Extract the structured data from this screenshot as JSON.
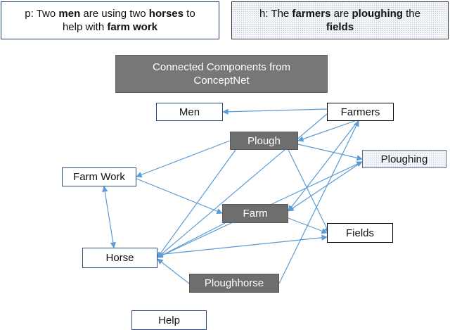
{
  "premise": {
    "line1": [
      {
        "text": "p: Two ",
        "bold": false
      },
      {
        "text": "men",
        "bold": true
      },
      {
        "text": " are using two ",
        "bold": false
      },
      {
        "text": "horses",
        "bold": true
      },
      {
        "text": " to",
        "bold": false
      }
    ],
    "line2": [
      {
        "text": "help with ",
        "bold": false
      },
      {
        "text": "farm work",
        "bold": true
      }
    ]
  },
  "hypothesis": {
    "line1": [
      {
        "text": "h: The ",
        "bold": false
      },
      {
        "text": "farmers",
        "bold": true
      },
      {
        "text": " are ",
        "bold": false
      },
      {
        "text": "ploughing",
        "bold": true
      },
      {
        "text": " the",
        "bold": false
      }
    ],
    "line2": [
      {
        "text": "fields",
        "bold": true
      }
    ]
  },
  "title": {
    "line1": "Connected Components from",
    "line2": "ConceptNet"
  },
  "nodes": {
    "men": "Men",
    "farmers": "Farmers",
    "plough": "Plough",
    "ploughing": "Ploughing",
    "farm_work": "Farm Work",
    "farm": "Farm",
    "fields": "Fields",
    "horse": "Horse",
    "ploughhorse": "Ploughhorse",
    "help": "Help"
  },
  "colors": {
    "edge": "#5b9bd5",
    "dark_node": "#6e6e6e",
    "title_box": "#777777"
  },
  "edges": [
    {
      "from": "farmers",
      "to": "men"
    },
    {
      "from": "farmers",
      "to": "plough"
    },
    {
      "from": "farmers",
      "to": "farm"
    },
    {
      "from": "farmers",
      "to": "horse"
    },
    {
      "from": "plough",
      "to": "farm_work"
    },
    {
      "from": "plough",
      "to": "ploughing"
    },
    {
      "from": "plough",
      "to": "fields"
    },
    {
      "from": "plough",
      "to": "horse"
    },
    {
      "from": "ploughing",
      "to": "farm"
    },
    {
      "from": "farm_work",
      "to": "farm"
    },
    {
      "from": "farm_work",
      "to": "horse"
    },
    {
      "from": "farm",
      "to": "fields"
    },
    {
      "from": "farm",
      "to": "horse"
    },
    {
      "from": "horse",
      "to": "fields"
    },
    {
      "from": "horse",
      "to": "ploughing"
    },
    {
      "from": "ploughhorse",
      "to": "horse"
    },
    {
      "from": "ploughhorse",
      "to": "farmers"
    }
  ]
}
